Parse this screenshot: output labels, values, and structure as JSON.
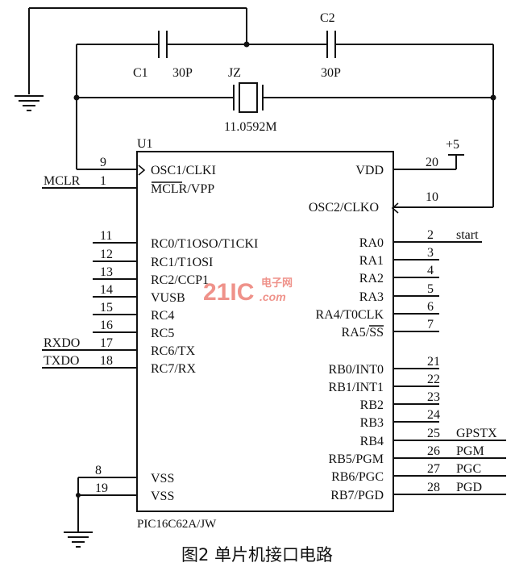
{
  "chip": {
    "ref": "U1",
    "part": "PIC16C62A/JW",
    "left_pins": [
      {
        "num": "9",
        "name": "OSC1/CLKI",
        "signal": ""
      },
      {
        "num": "1",
        "name": "MCLR/VPP",
        "signal": "MCLR"
      },
      {
        "num": "11",
        "name": "RC0/T1OSO/T1CKI",
        "signal": ""
      },
      {
        "num": "12",
        "name": "RC1/T1OSI",
        "signal": ""
      },
      {
        "num": "13",
        "name": "RC2/CCP1",
        "signal": ""
      },
      {
        "num": "14",
        "name": "VUSB",
        "signal": ""
      },
      {
        "num": "15",
        "name": "RC4",
        "signal": ""
      },
      {
        "num": "16",
        "name": "RC5",
        "signal": ""
      },
      {
        "num": "17",
        "name": "RC6/TX",
        "signal": "RXDO"
      },
      {
        "num": "18",
        "name": "RC7/RX",
        "signal": "TXDO"
      },
      {
        "num": "8",
        "name": "VSS",
        "signal": ""
      },
      {
        "num": "19",
        "name": "VSS",
        "signal": ""
      }
    ],
    "right_pins": [
      {
        "num": "20",
        "name": "VDD",
        "signal": ""
      },
      {
        "num": "10",
        "name": "OSC2/CLKO",
        "signal": ""
      },
      {
        "num": "2",
        "name": "RA0",
        "signal": "start"
      },
      {
        "num": "3",
        "name": "RA1",
        "signal": ""
      },
      {
        "num": "4",
        "name": "RA2",
        "signal": ""
      },
      {
        "num": "5",
        "name": "RA3",
        "signal": ""
      },
      {
        "num": "6",
        "name": "RA4/T0CLK",
        "signal": ""
      },
      {
        "num": "7",
        "name": "RA5/SS",
        "signal": ""
      },
      {
        "num": "21",
        "name": "RB0/INT0",
        "signal": ""
      },
      {
        "num": "22",
        "name": "RB1/INT1",
        "signal": ""
      },
      {
        "num": "23",
        "name": "RB2",
        "signal": ""
      },
      {
        "num": "24",
        "name": "RB3",
        "signal": ""
      },
      {
        "num": "25",
        "name": "RB4",
        "signal": "GPSTX"
      },
      {
        "num": "26",
        "name": "RB5/PGM",
        "signal": "PGM"
      },
      {
        "num": "27",
        "name": "RB6/PGC",
        "signal": "PGC"
      },
      {
        "num": "28",
        "name": "RB7/PGD",
        "signal": "PGD"
      }
    ]
  },
  "components": {
    "c1_ref": "C1",
    "c1_value": "30P",
    "c2_ref": "C2",
    "c2_value": "30P",
    "crystal_ref": "JZ",
    "crystal_value": "11.0592M",
    "vdd_label": "+5"
  },
  "watermark": {
    "main": "21IC",
    "sub_cn": "电子网",
    "sub_en": ".com"
  },
  "caption": "图2  单片机接口电路"
}
